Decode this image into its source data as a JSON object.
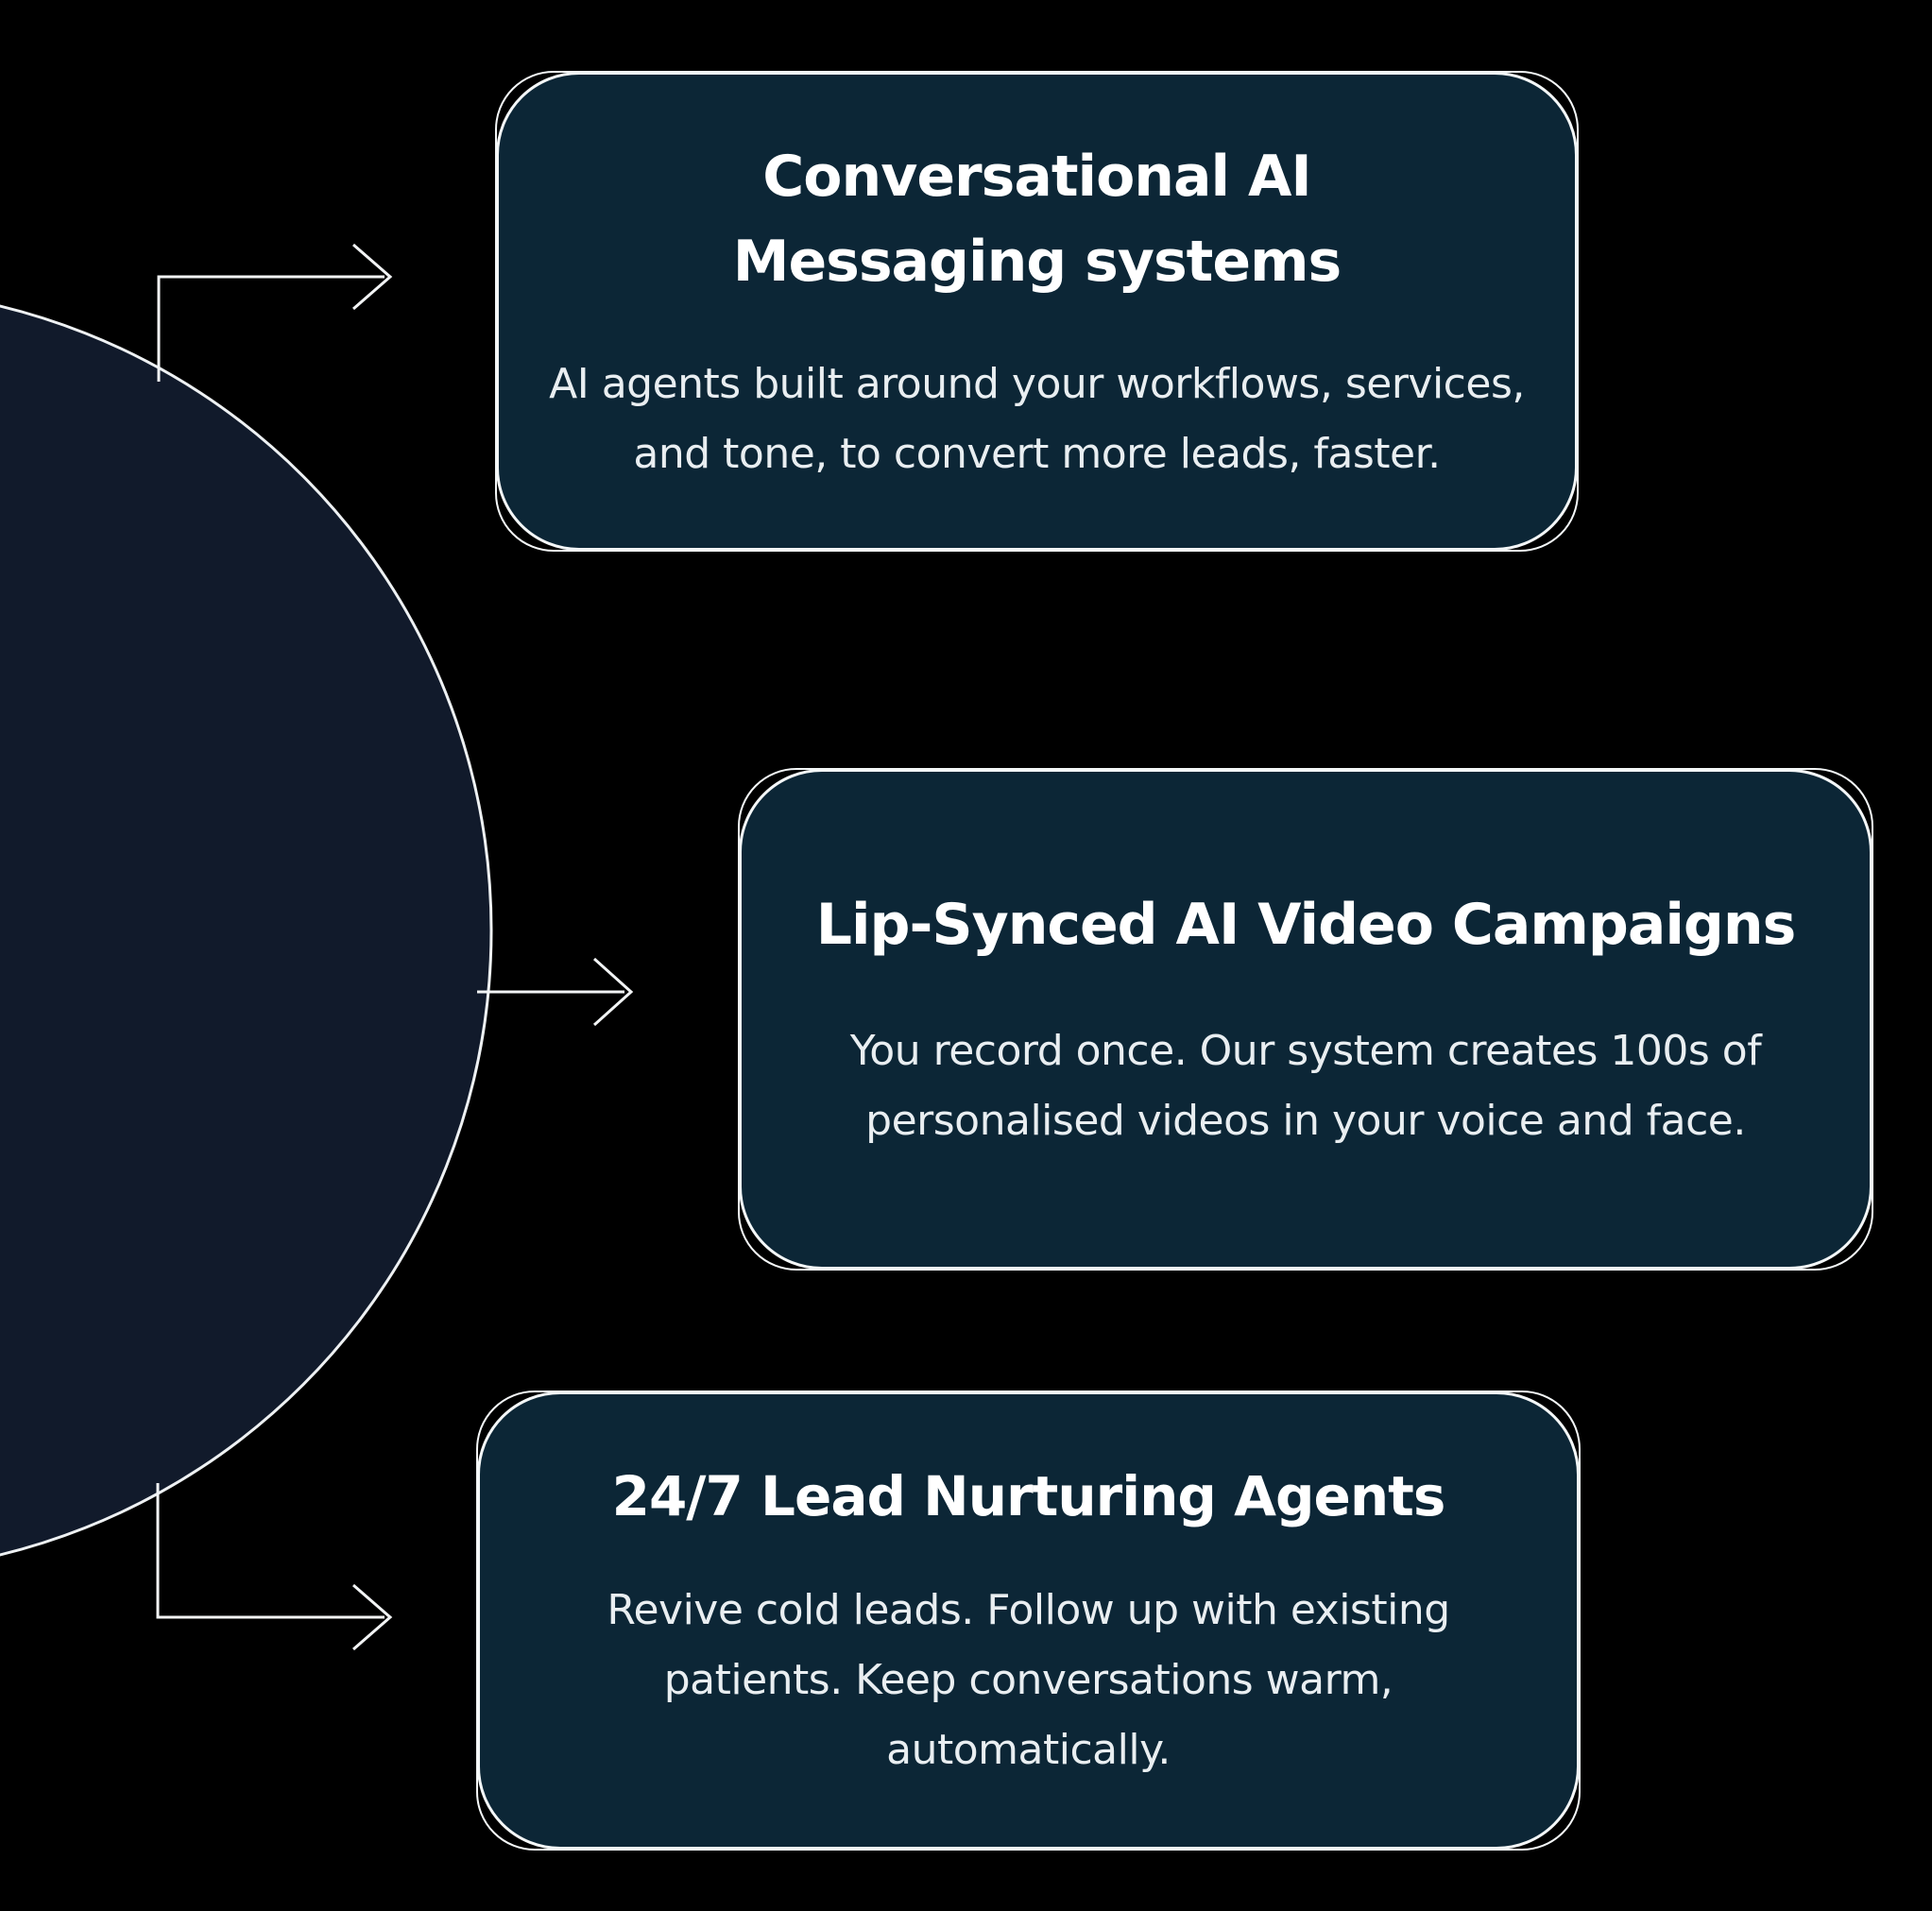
{
  "colors": {
    "background": "#000000",
    "card_fill": "#0c2636",
    "circle_fill": "#111a2b",
    "outline": "#f4f7f8",
    "title_text": "#ffffff",
    "body_text": "#e9eef1"
  },
  "hub_circle": {
    "name": "hub-circle"
  },
  "cards": [
    {
      "id": "conversational-ai-messaging",
      "title_lines": [
        "Conversational AI",
        "Messaging systems"
      ],
      "body_lines": [
        "AI agents built around your workflows, services,",
        "and tone, to convert more leads, faster."
      ]
    },
    {
      "id": "lip-synced-ai-video-campaigns",
      "title_lines": [
        "Lip-Synced AI Video Campaigns"
      ],
      "body_lines": [
        "You record once. Our system creates 100s of",
        "personalised videos in your voice and face."
      ]
    },
    {
      "id": "lead-nurturing-agents",
      "title_lines": [
        "24/7 Lead Nurturing Agents"
      ],
      "body_lines": [
        "Revive cold leads. Follow up with existing",
        "patients. Keep conversations warm,",
        "automatically."
      ]
    }
  ],
  "arrows": [
    {
      "from": "hub-circle",
      "to": "conversational-ai-messaging"
    },
    {
      "from": "hub-circle",
      "to": "lip-synced-ai-video-campaigns"
    },
    {
      "from": "hub-circle",
      "to": "lead-nurturing-agents"
    }
  ]
}
